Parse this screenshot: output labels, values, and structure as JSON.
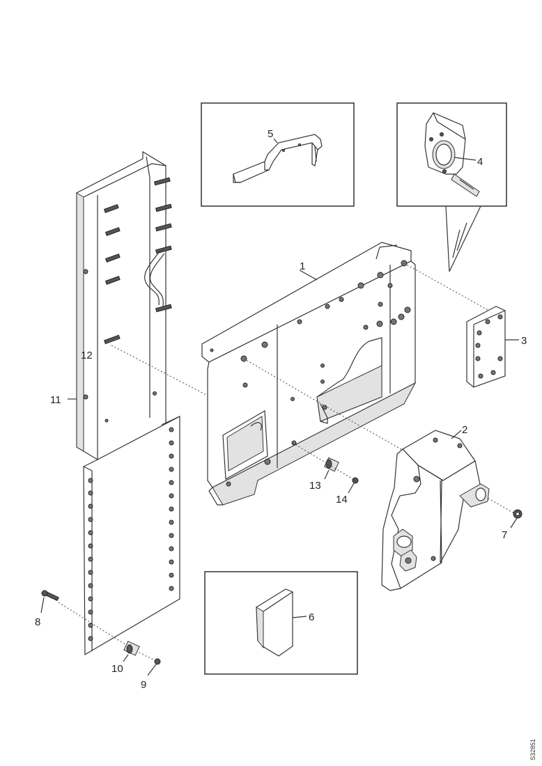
{
  "callouts": {
    "c1": "1",
    "c2": "2",
    "c3": "3",
    "c4": "4",
    "c5": "5",
    "c6": "6",
    "c7": "7",
    "c8": "8",
    "c9": "9",
    "c10": "10",
    "c11": "11",
    "c12": "12",
    "c13": "13",
    "c14": "14"
  },
  "figure_id": "S32851"
}
